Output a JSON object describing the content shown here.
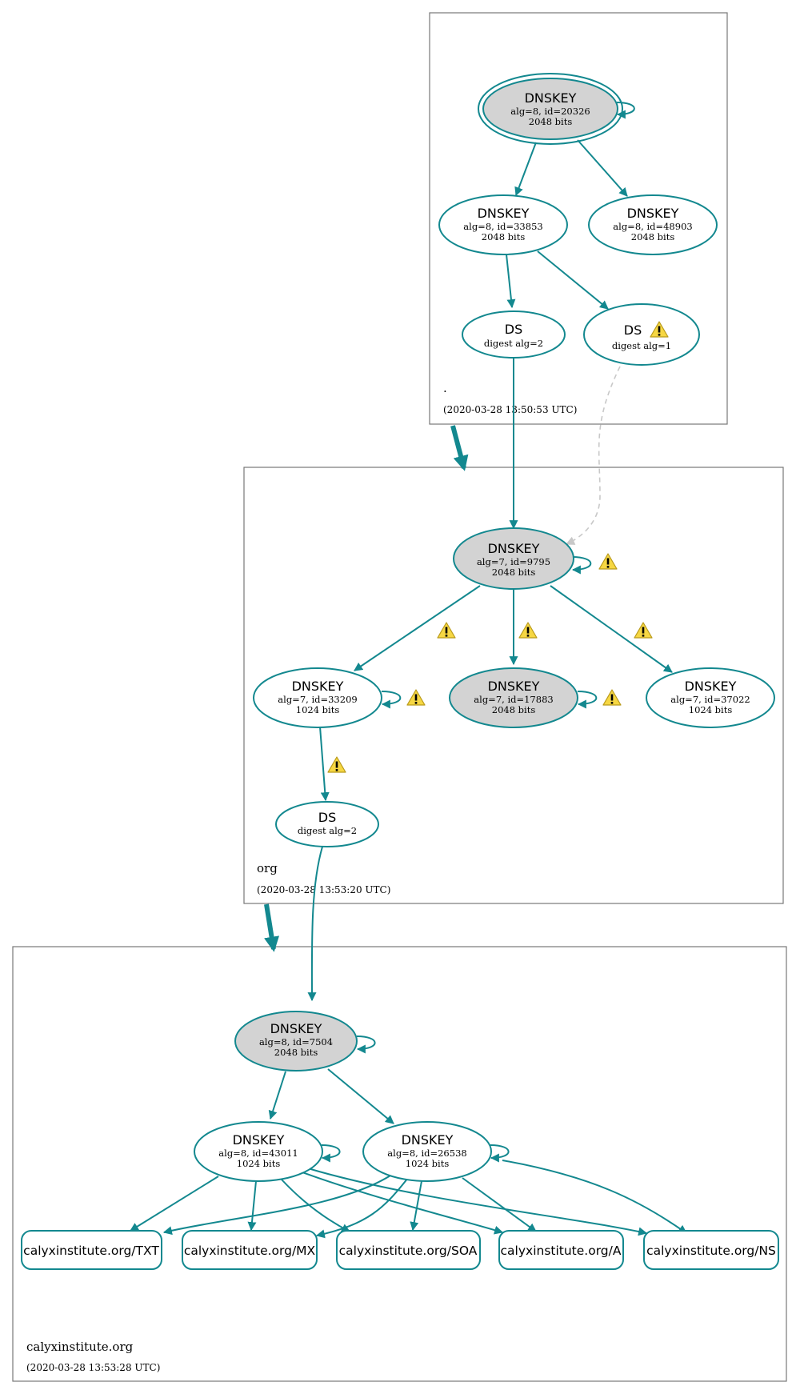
{
  "colors": {
    "edge": "#13888f",
    "sep_fill": "#d3d3d3",
    "warning_fill": "#f6d743",
    "dashed_edge": "#c8c8c8"
  },
  "zones": {
    "root": {
      "name": ".",
      "timestamp": "(2020-03-28 13:50:53 UTC)"
    },
    "org": {
      "name": "org",
      "timestamp": "(2020-03-28 13:53:20 UTC)"
    },
    "calyx": {
      "name": "calyxinstitute.org",
      "timestamp": "(2020-03-28 13:53:28 UTC)"
    }
  },
  "nodes": {
    "root_ksk": {
      "title": "DNSKEY",
      "line1": "alg=8, id=20326",
      "line2": "2048 bits"
    },
    "root_zsk1": {
      "title": "DNSKEY",
      "line1": "alg=8, id=33853",
      "line2": "2048 bits"
    },
    "root_zsk2": {
      "title": "DNSKEY",
      "line1": "alg=8, id=48903",
      "line2": "2048 bits"
    },
    "root_ds2": {
      "title": "DS",
      "line1": "digest alg=2"
    },
    "root_ds1": {
      "title": "DS",
      "line1": "digest alg=1"
    },
    "org_ksk": {
      "title": "DNSKEY",
      "line1": "alg=7, id=9795",
      "line2": "2048 bits"
    },
    "org_zsk1": {
      "title": "DNSKEY",
      "line1": "alg=7, id=33209",
      "line2": "1024 bits"
    },
    "org_ksk2": {
      "title": "DNSKEY",
      "line1": "alg=7, id=17883",
      "line2": "2048 bits"
    },
    "org_zsk2": {
      "title": "DNSKEY",
      "line1": "alg=7, id=37022",
      "line2": "1024 bits"
    },
    "org_ds": {
      "title": "DS",
      "line1": "digest alg=2"
    },
    "calyx_ksk": {
      "title": "DNSKEY",
      "line1": "alg=8, id=7504",
      "line2": "2048 bits"
    },
    "calyx_zsk1": {
      "title": "DNSKEY",
      "line1": "alg=8, id=43011",
      "line2": "1024 bits"
    },
    "calyx_zsk2": {
      "title": "DNSKEY",
      "line1": "alg=8, id=26538",
      "line2": "1024 bits"
    }
  },
  "rrsets": {
    "txt": "calyxinstitute.org/TXT",
    "mx": "calyxinstitute.org/MX",
    "soa": "calyxinstitute.org/SOA",
    "a": "calyxinstitute.org/A",
    "ns": "calyxinstitute.org/NS"
  },
  "icons": {
    "warning": "warning-icon",
    "arrow": "arrowhead-icon"
  }
}
